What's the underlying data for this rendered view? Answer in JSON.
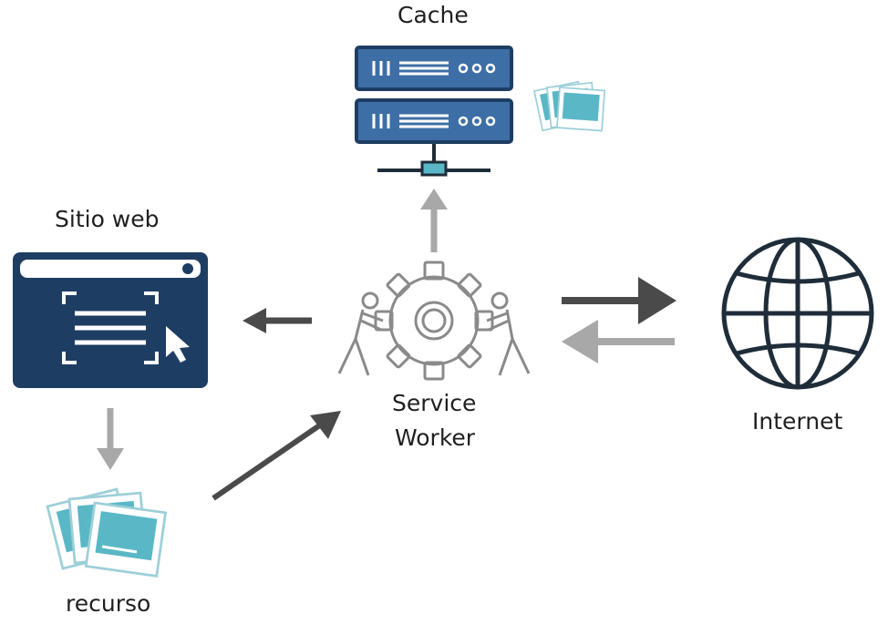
{
  "labels": {
    "cache": "Cache",
    "sitio_web": "Sitio web",
    "recurso": "recurso",
    "service": "Service",
    "worker": "Worker",
    "internet": "Internet"
  },
  "colors": {
    "server_blue": "#3d6fa6",
    "browser_navy": "#1e3d63",
    "photo_teal": "#5ab7c6",
    "arrow_dark": "#4a4a4a",
    "arrow_light": "#9e9e9e",
    "globe": "#1f2d3a"
  },
  "icons": [
    "server-icon",
    "browser-window-icon",
    "photos-icon",
    "gear-workers-icon",
    "globe-icon"
  ]
}
